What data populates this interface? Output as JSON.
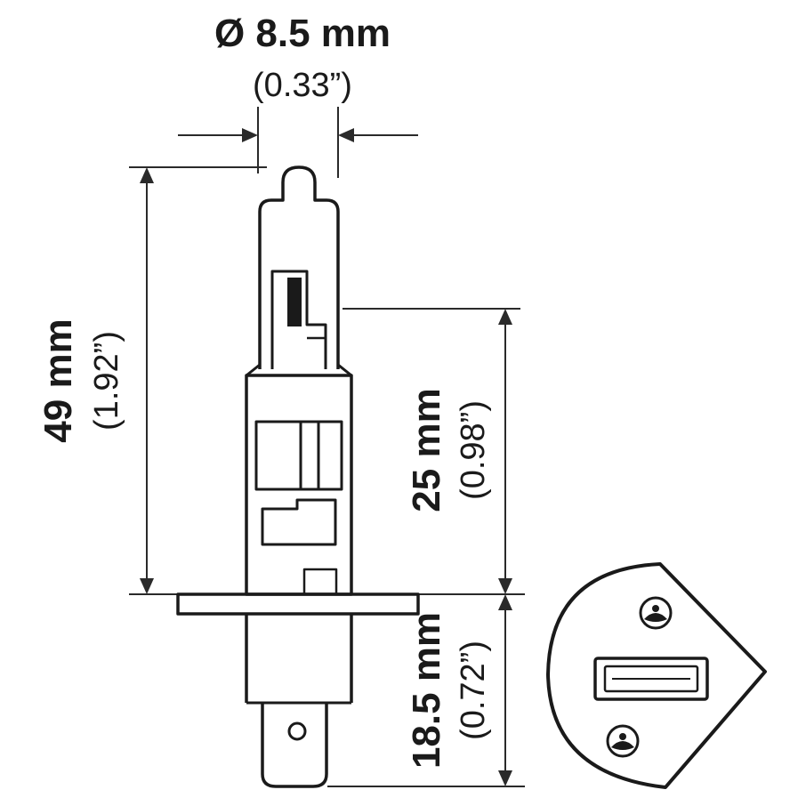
{
  "dimensions": {
    "diameter": {
      "metric": "Ø 8.5 mm",
      "imperial": "(0.33”)"
    },
    "overall_length": {
      "metric": "49 mm",
      "imperial": "(1.92”)"
    },
    "light_center": {
      "metric": "25 mm",
      "imperial": "(0.98”)"
    },
    "base_length": {
      "metric": "18.5 mm",
      "imperial": "(0.72”)"
    }
  },
  "colors": {
    "ink": "#1a1a1a",
    "background": "#ffffff"
  },
  "icons": [
    "h1-bulb-side-view",
    "h1-base-end-view"
  ]
}
